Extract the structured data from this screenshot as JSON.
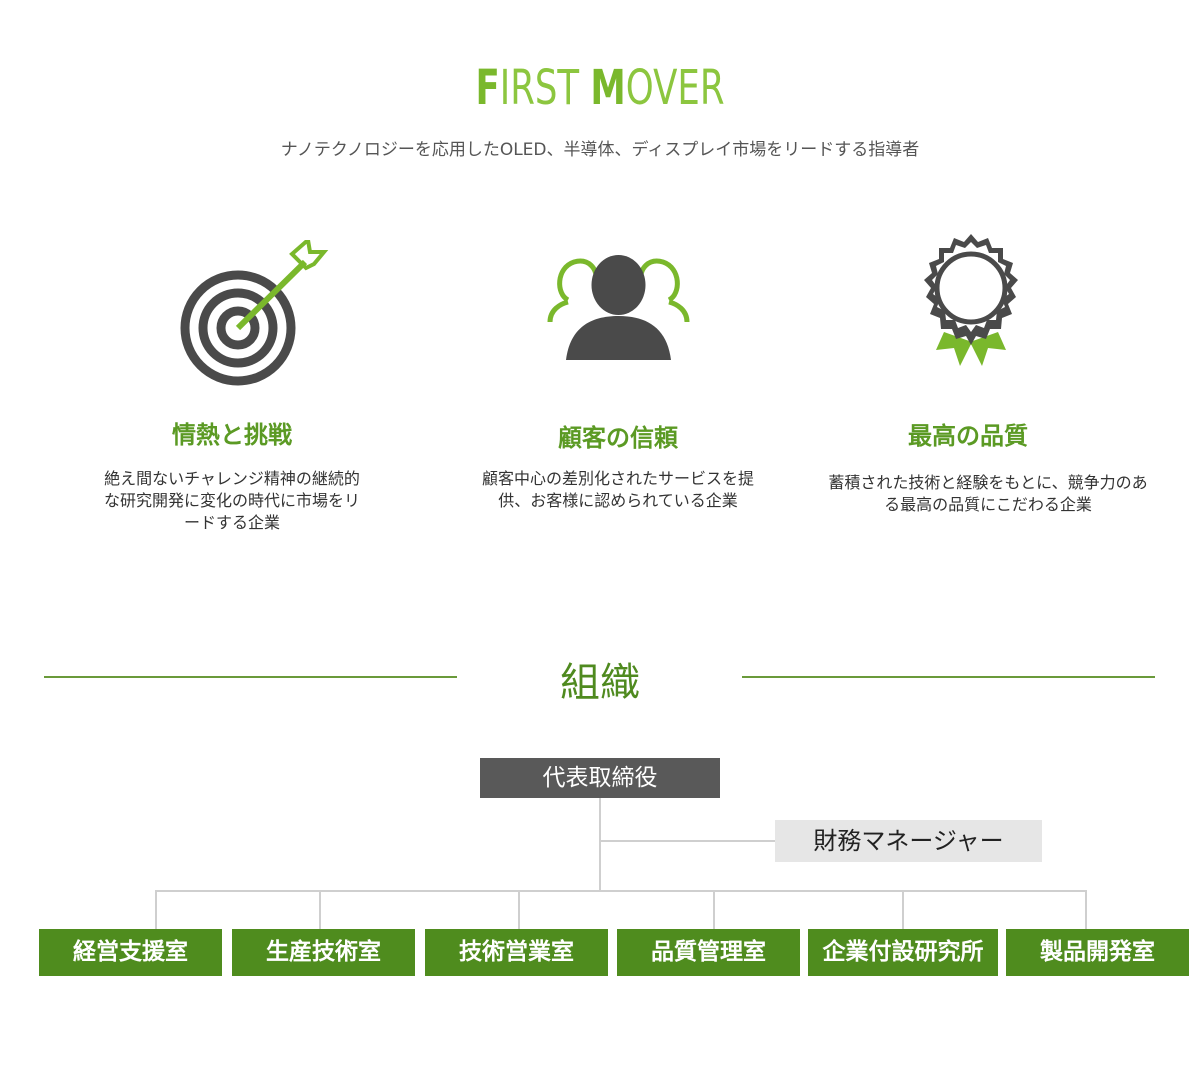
{
  "header": {
    "title_f": "F",
    "title_irst": "IRST",
    "title_m": "M",
    "title_over": "OVER",
    "subtitle": "ナノテクノロジーを応用したOLED、半導体、ディスプレイ市場をリードする指導者"
  },
  "features": [
    {
      "icon": "target-arrow-icon",
      "title": "情熱と挑戦",
      "description": "絶え間ないチャレンジ精神の継続的な研究開発に変化の時代に市場をリードする企業"
    },
    {
      "icon": "customers-group-icon",
      "title": "顧客の信頼",
      "description": "顧客中心の差別化されたサービスを提供、お客様に認められている企業"
    },
    {
      "icon": "award-medal-icon",
      "title": "最高の品質",
      "description": "蓄積された技術と経験をもとに、競争力のある最高の品質にこだわる企業"
    }
  ],
  "organization": {
    "title": "組織",
    "ceo": "代表取締役",
    "manager": "財務マネージャー",
    "departments": [
      "経営支援室",
      "生産技術室",
      "技術営業室",
      "品質管理室",
      "企業付設研究所",
      "製品開発室"
    ]
  },
  "colors": {
    "accent_green": "#7ab82c",
    "dept_green": "#4f8c1e",
    "dark_gray": "#595959",
    "light_gray": "#e6e6e6"
  }
}
